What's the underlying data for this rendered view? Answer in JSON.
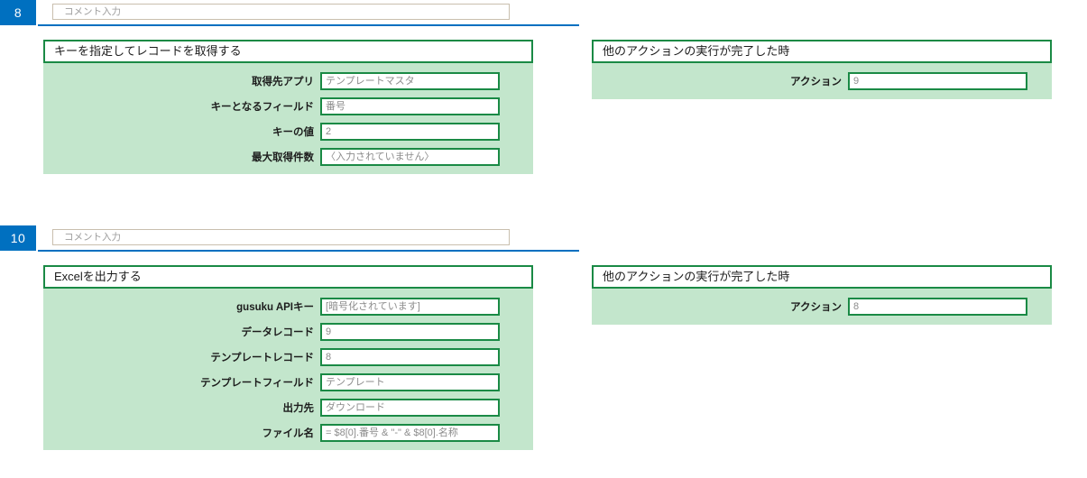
{
  "steps": [
    {
      "number": "8",
      "comment_placeholder": "コメント入力",
      "action_card": {
        "title": "キーを指定してレコードを取得する",
        "fields": [
          {
            "label": "取得先アプリ",
            "value": "テンプレートマスタ"
          },
          {
            "label": "キーとなるフィールド",
            "value": "番号"
          },
          {
            "label": "キーの値",
            "value": "2"
          },
          {
            "label": "最大取得件数",
            "value": "〈入力されていません〉"
          }
        ]
      },
      "trigger_card": {
        "title": "他のアクションの実行が完了した時",
        "fields": [
          {
            "label": "アクション",
            "value": "9"
          }
        ]
      }
    },
    {
      "number": "10",
      "comment_placeholder": "コメント入力",
      "action_card": {
        "title": "Excelを出力する",
        "fields": [
          {
            "label": "gusuku APIキー",
            "value": "[暗号化されています]"
          },
          {
            "label": "データレコード",
            "value": "9"
          },
          {
            "label": "テンプレートレコード",
            "value": "8"
          },
          {
            "label": "テンプレートフィールド",
            "value": "テンプレート"
          },
          {
            "label": "出力先",
            "value": "ダウンロード"
          },
          {
            "label": "ファイル名",
            "value": "= $8[0].番号 & \"-\" & $8[0].名称"
          }
        ]
      },
      "trigger_card": {
        "title": "他のアクションの実行が完了した時",
        "fields": [
          {
            "label": "アクション",
            "value": "8"
          }
        ]
      }
    }
  ],
  "colors": {
    "badge_blue": "#0070c0",
    "card_green_border": "#1a8a45",
    "card_body_green": "#c3e6cc",
    "input_placeholder_gray": "#8c8c8c"
  }
}
